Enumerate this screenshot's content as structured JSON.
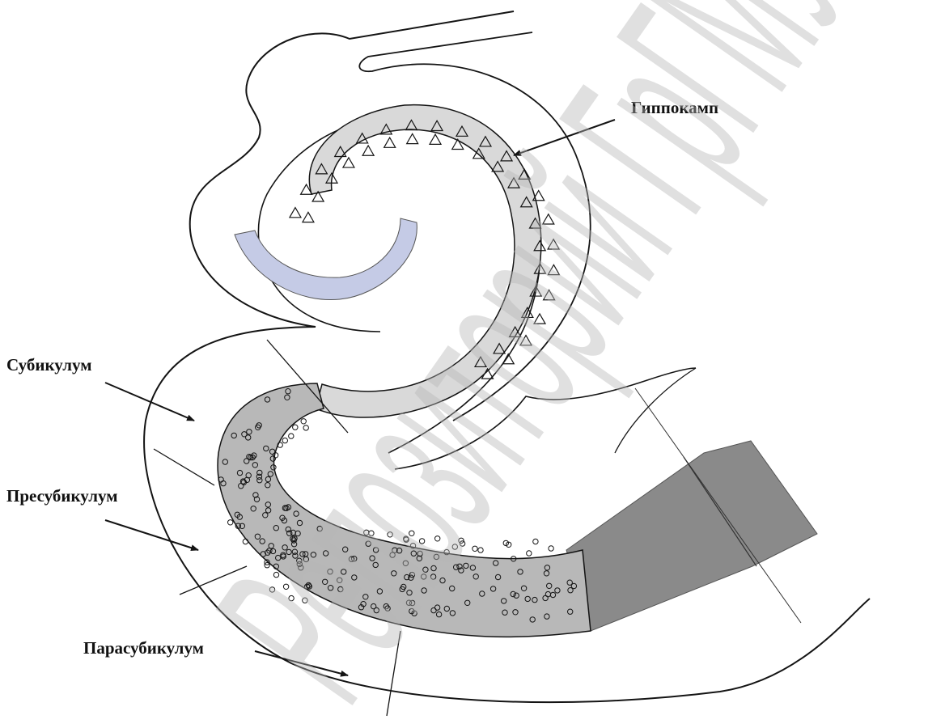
{
  "labels": {
    "hippocampus": "Гиппокамп",
    "subiculum": "Субикулум",
    "presubiculum": "Пресубикулум",
    "parasubiculum": "Парасубикулум"
  },
  "watermark": "Репозиторий ГрГМУ",
  "colors": {
    "outline": "#141414",
    "hippocampus_band": "#d9d9d9",
    "subiculum_band": "#b8b8b8",
    "entorhinal_block": "#8a8a8a",
    "ventricle": "#c5cbe6",
    "watermark": "#b4b4b4"
  },
  "cell_symbols": {
    "hippocampus": "triangle",
    "subiculum": "circle"
  }
}
